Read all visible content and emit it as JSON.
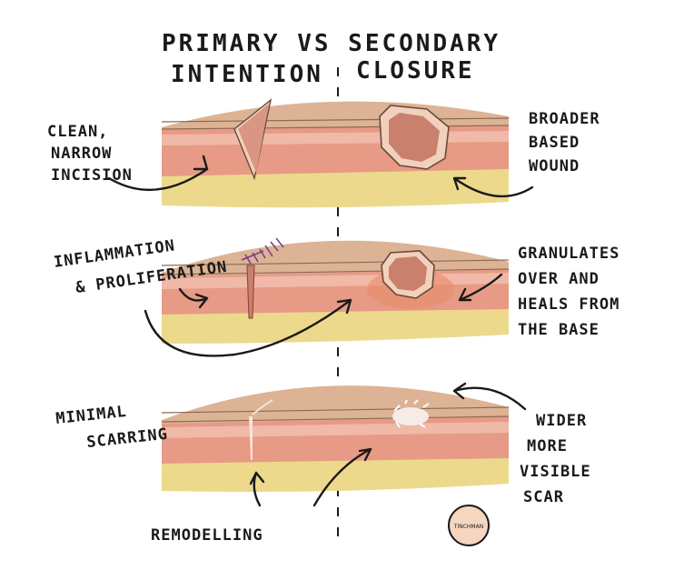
{
  "title": {
    "line1": "PRIMARY VS SECONDARY",
    "line2_left": "INTENTION",
    "line2_right": "CLOSURE"
  },
  "labels": {
    "clean_incision": [
      "CLEAN,",
      "NARROW",
      "INCISION"
    ],
    "broader_wound": [
      "BROADER",
      "BASED",
      "WOUND"
    ],
    "inflammation": [
      "INFLAMMATION",
      "& PROLIFERATION"
    ],
    "granulates": [
      "GRANULATES",
      "OVER AND",
      "HEALS FROM",
      "THE BASE"
    ],
    "minimal_scarring": [
      "MINIMAL",
      "SCARRING"
    ],
    "wider_scar": [
      "WIDER",
      "MORE",
      "VISIBLE",
      "SCAR"
    ],
    "remodelling": "REMODELLING"
  },
  "signature": "TINCHMAN",
  "colors": {
    "epidermis": "#dcb394",
    "dermis": "#e79a86",
    "dermis_light": "#f3c1b0",
    "fat": "#ecd98c",
    "wound": "#c9806d",
    "ink": "#1a1a1a",
    "suture": "#7a3a8a"
  }
}
